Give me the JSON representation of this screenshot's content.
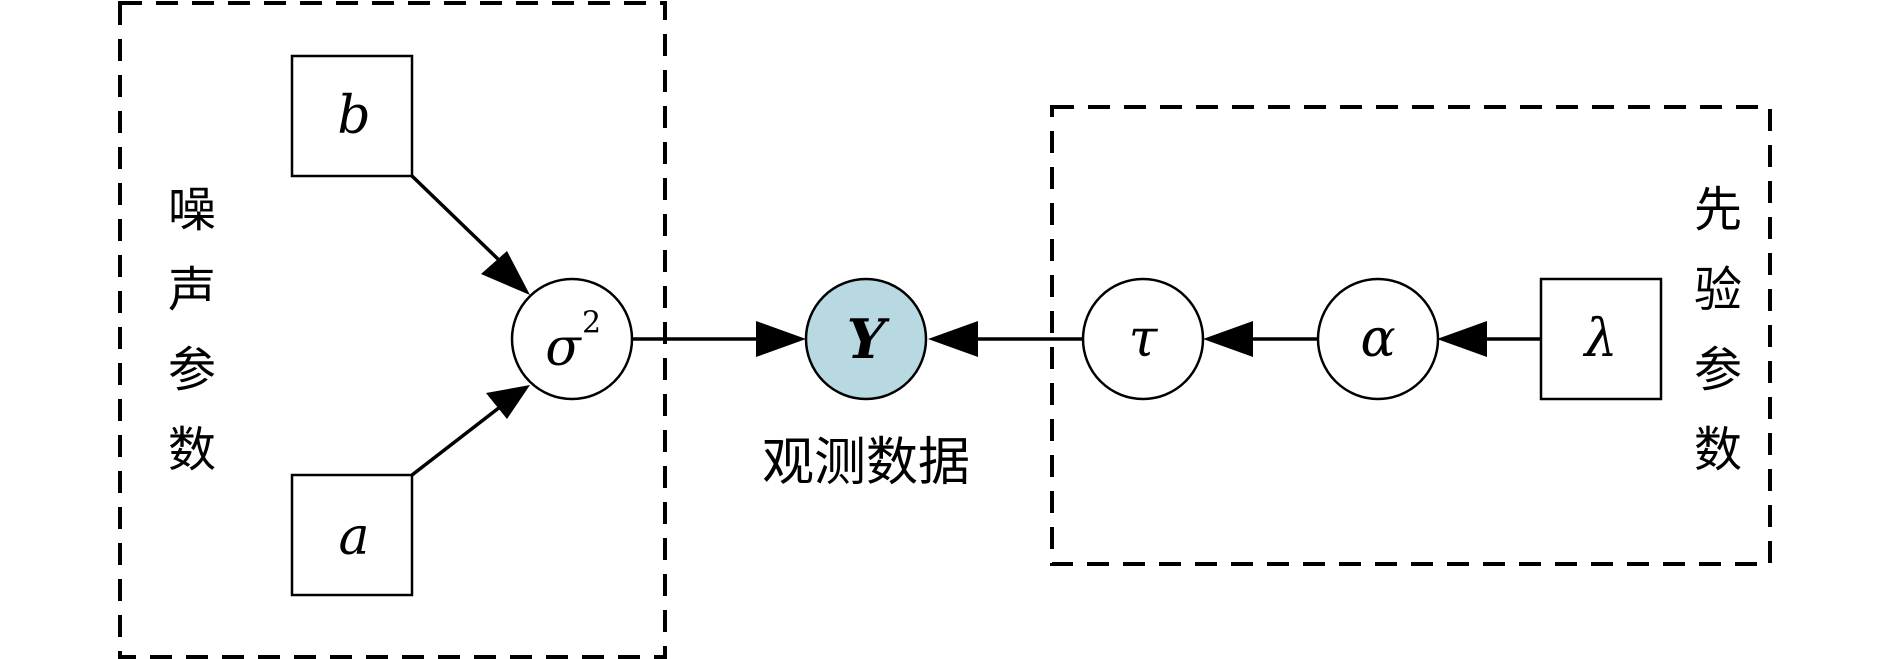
{
  "colors": {
    "observed_fill": "#b8d9e2",
    "node_fill": "#ffffff",
    "stroke": "#000000"
  },
  "groups": {
    "noise": {
      "label": [
        "噪",
        "声",
        "参",
        "数"
      ]
    },
    "prior": {
      "label": [
        "先",
        "验",
        "参",
        "数"
      ]
    }
  },
  "nodes": {
    "b": {
      "symbol": "b",
      "shape": "rectangle"
    },
    "a": {
      "symbol": "a",
      "shape": "rectangle"
    },
    "sigma": {
      "symbol": "σ",
      "superscript": "2",
      "shape": "circle"
    },
    "Y": {
      "symbol": "Y",
      "shape": "circle",
      "observed": true,
      "caption": "观测数据"
    },
    "tau": {
      "symbol": "τ",
      "shape": "circle"
    },
    "alpha": {
      "symbol": "α",
      "shape": "circle"
    },
    "lambda": {
      "symbol": "λ",
      "shape": "rectangle"
    }
  },
  "edges": [
    {
      "from": "b",
      "to": "sigma"
    },
    {
      "from": "a",
      "to": "sigma"
    },
    {
      "from": "sigma",
      "to": "Y"
    },
    {
      "from": "tau",
      "to": "Y"
    },
    {
      "from": "alpha",
      "to": "tau"
    },
    {
      "from": "lambda",
      "to": "alpha"
    }
  ]
}
